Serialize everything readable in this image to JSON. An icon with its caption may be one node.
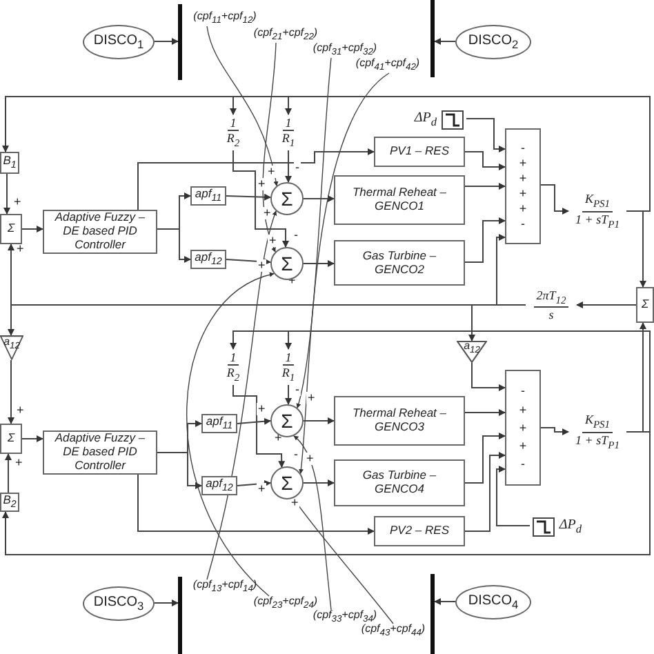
{
  "diagram": {
    "nodes": [
      {
        "text": [
          "DISCO$_{1}$"
        ]
      },
      {
        "text": [],
        "shape": "bar"
      },
      {
        "text": [],
        "shape": "bar"
      },
      {
        "text": [
          "DISCO$_{2}$"
        ]
      },
      {
        "text": [
          "(cpf$_{11}$+cpf$_{12}$)"
        ]
      },
      {
        "text": [
          "(cpf$_{21}$+cpf$_{22}$)"
        ]
      },
      {
        "text": [
          "(cpf$_{31}$+cpf$_{32}$)"
        ]
      },
      {
        "text": [
          "(cpf$_{41}$+cpf$_{42}$)"
        ]
      },
      {
        "text": [
          "B$_{1}$"
        ]
      },
      {
        "text": [
          "Σ"
        ]
      },
      {
        "text": [
          "Adaptive Fuzzy – DE based PID Controller"
        ]
      },
      {
        "text": [
          "1",
          "R$_{2}$"
        ]
      },
      {
        "text": [
          "1",
          "R$_{1}$"
        ]
      },
      {
        "text": [
          "apf$_{11}$"
        ]
      },
      {
        "text": [
          "apf$_{12}$"
        ]
      },
      {
        "text": [
          "Σ"
        ]
      },
      {
        "text": [
          "Σ"
        ]
      },
      {
        "text": [
          "ΔP$_{d}$"
        ]
      },
      {
        "text": [
          "PV1 – RES"
        ]
      },
      {
        "text": [
          "Thermal Reheat – GENCO1"
        ]
      },
      {
        "text": [
          "Gas Turbine – GENCO2"
        ]
      },
      {
        "text": [
          "-",
          "+",
          "+",
          "+",
          "+",
          "-"
        ]
      },
      {
        "text": [
          "K$_{PS1}$",
          "1 + sT$_{P1}$"
        ]
      },
      {
        "text": [
          "Σ"
        ]
      },
      {
        "text": [
          "2πT$_{12}$",
          "s"
        ]
      },
      {
        "text": [
          "a$_{12}$"
        ]
      },
      {
        "text": [
          "a$_{12}$"
        ]
      },
      {
        "text": [
          "Σ"
        ]
      },
      {
        "text": [
          "B$_{2}$"
        ]
      },
      {
        "text": [
          "Adaptive Fuzzy – DE based PID Controller"
        ]
      },
      {
        "text": [
          "1",
          "R$_{2}$"
        ]
      },
      {
        "text": [
          "1",
          "R$_{1}$"
        ]
      },
      {
        "text": [
          "apf$_{11}$"
        ]
      },
      {
        "text": [
          "apf$_{12}$"
        ]
      },
      {
        "text": [
          "Σ"
        ]
      },
      {
        "text": [
          "Σ"
        ]
      },
      {
        "text": [
          "Thermal Reheat – GENCO3"
        ]
      },
      {
        "text": [
          "Gas Turbine – GENCO4"
        ]
      },
      {
        "text": [
          "PV2 – RES"
        ]
      },
      {
        "text": [
          "ΔP$_{d}$"
        ]
      },
      {
        "text": [
          "-",
          "+",
          "+",
          "+",
          "-"
        ]
      },
      {
        "text": [
          "K$_{PS1}$",
          "1 + sT$_{P1}$"
        ]
      },
      {
        "text": [
          "DISCO$_{3}$"
        ]
      },
      {
        "text": [],
        "shape": "bar"
      },
      {
        "text": [],
        "shape": "bar"
      },
      {
        "text": [
          "DISCO$_{4}$"
        ]
      },
      {
        "text": [
          "(cpf$_{13}$+cpf$_{14}$)"
        ]
      },
      {
        "text": [
          "(cpf$_{23}$+cpf$_{24}$)"
        ]
      },
      {
        "text": [
          "(cpf$_{33}$+cpf$_{34}$)"
        ]
      },
      {
        "text": [
          "(cpf$_{43}$+cpf$_{44}$)"
        ]
      }
    ],
    "edges": [
      {
        "from": 0,
        "to": 1,
        "arrow": "to"
      },
      {
        "from": 3,
        "to": 2,
        "arrow": "to"
      },
      {
        "from": 22,
        "to": 8,
        "arrow": "to"
      },
      {
        "from": 22,
        "to": 11,
        "arrow": "to"
      },
      {
        "from": 22,
        "to": 12,
        "arrow": "to"
      },
      {
        "from": 8,
        "to": 9,
        "arrow": "to",
        "label": "+"
      },
      {
        "from": 24,
        "to": 9,
        "arrow": "to",
        "label": "+"
      },
      {
        "from": 9,
        "to": 10,
        "arrow": "to"
      },
      {
        "from": 10,
        "to": 13,
        "arrow": "to"
      },
      {
        "from": 10,
        "to": 14,
        "arrow": "to"
      },
      {
        "from": 10,
        "to": 18,
        "arrow": "to"
      },
      {
        "from": 13,
        "to": 15,
        "arrow": "to",
        "label": "+"
      },
      {
        "from": 12,
        "to": 15,
        "arrow": "to",
        "label": "-"
      },
      {
        "from": 4,
        "to": 15,
        "arrow": "to",
        "label": "+"
      },
      {
        "from": 46,
        "to": 15,
        "arrow": "to",
        "label": "+"
      },
      {
        "from": 14,
        "to": 16,
        "arrow": "to",
        "label": "+"
      },
      {
        "from": 11,
        "to": 16,
        "arrow": "to",
        "label": "-"
      },
      {
        "from": 5,
        "to": 16,
        "arrow": "to",
        "label": "+"
      },
      {
        "from": 47,
        "to": 16,
        "arrow": "to",
        "label": "+"
      },
      {
        "from": 15,
        "to": 19,
        "arrow": "to"
      },
      {
        "from": 16,
        "to": 20,
        "arrow": "to"
      },
      {
        "from": 17,
        "to": 21,
        "arrow": "to"
      },
      {
        "from": 18,
        "to": 21,
        "arrow": "to"
      },
      {
        "from": 19,
        "to": 21,
        "arrow": "to"
      },
      {
        "from": 20,
        "to": 21,
        "arrow": "to"
      },
      {
        "from": 24,
        "to": 21,
        "arrow": "to"
      },
      {
        "from": 21,
        "to": 22,
        "arrow": "to"
      },
      {
        "from": 22,
        "to": 23,
        "arrow": "to"
      },
      {
        "from": 41,
        "to": 23,
        "arrow": "to"
      },
      {
        "from": 23,
        "to": 24,
        "arrow": "to"
      },
      {
        "from": 24,
        "to": 25,
        "arrow": "to"
      },
      {
        "from": 24,
        "to": 26,
        "arrow": "to"
      },
      {
        "from": 25,
        "to": 27,
        "arrow": "to",
        "label": "+"
      },
      {
        "from": 28,
        "to": 27,
        "arrow": "to",
        "label": "+"
      },
      {
        "from": 41,
        "to": 28,
        "arrow": "to"
      },
      {
        "from": 41,
        "to": 30,
        "arrow": "to"
      },
      {
        "from": 41,
        "to": 31,
        "arrow": "to"
      },
      {
        "from": 27,
        "to": 29,
        "arrow": "to"
      },
      {
        "from": 29,
        "to": 32,
        "arrow": "to"
      },
      {
        "from": 29,
        "to": 33,
        "arrow": "to"
      },
      {
        "from": 29,
        "to": 38,
        "arrow": "to"
      },
      {
        "from": 32,
        "to": 34,
        "arrow": "to",
        "label": "+"
      },
      {
        "from": 31,
        "to": 34,
        "arrow": "to",
        "label": "-"
      },
      {
        "from": 6,
        "to": 34,
        "arrow": "to",
        "label": "+"
      },
      {
        "from": 48,
        "to": 34,
        "arrow": "to",
        "label": "+"
      },
      {
        "from": 33,
        "to": 35,
        "arrow": "to",
        "label": "+"
      },
      {
        "from": 30,
        "to": 35,
        "arrow": "to",
        "label": "-"
      },
      {
        "from": 7,
        "to": 35,
        "arrow": "to",
        "label": "+"
      },
      {
        "from": 49,
        "to": 35,
        "arrow": "to",
        "label": "+"
      },
      {
        "from": 34,
        "to": 36,
        "arrow": "to"
      },
      {
        "from": 35,
        "to": 37,
        "arrow": "to"
      },
      {
        "from": 26,
        "to": 40,
        "arrow": "to"
      },
      {
        "from": 36,
        "to": 40,
        "arrow": "to"
      },
      {
        "from": 37,
        "to": 40,
        "arrow": "to"
      },
      {
        "from": 38,
        "to": 40,
        "arrow": "to"
      },
      {
        "from": 39,
        "to": 40,
        "arrow": "to"
      },
      {
        "from": 40,
        "to": 41,
        "arrow": "to"
      },
      {
        "from": 42,
        "to": 43,
        "arrow": "to"
      },
      {
        "from": 45,
        "to": 44,
        "arrow": "to"
      }
    ]
  }
}
